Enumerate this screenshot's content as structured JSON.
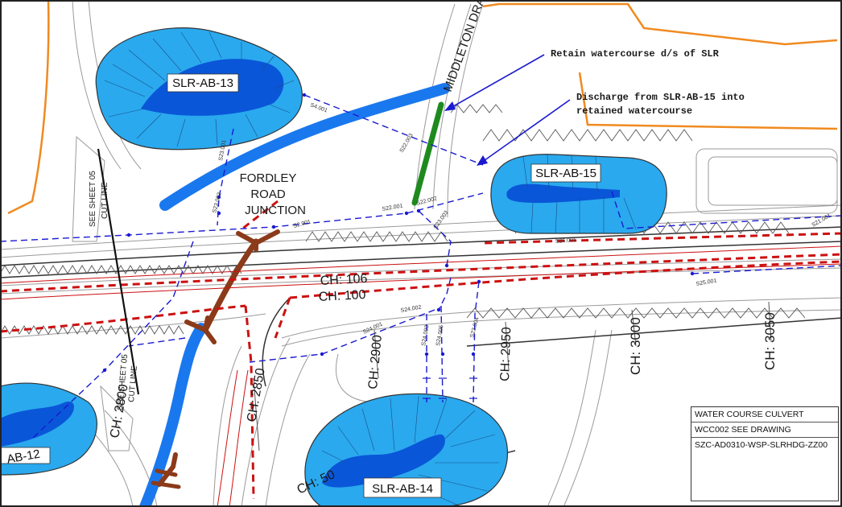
{
  "ponds": {
    "ab13": "SLR-AB-13",
    "ab15": "SLR-AB-15",
    "ab14": "SLR-AB-14",
    "ab12": "AB-12"
  },
  "road": {
    "name": "MIDDLETON DRA",
    "junction_line1": "FORDLEY",
    "junction_line2": "ROAD",
    "junction_line3": "JUNCTION"
  },
  "annotations": {
    "retain": "Retain watercourse d/s of SLR",
    "discharge_line1": "Discharge from SLR-AB-15 into",
    "discharge_line2": "retained watercourse"
  },
  "chainages": {
    "ch106": "CH: 106",
    "ch100": "CH: 100",
    "ch2800": "CH: 2800",
    "ch2850": "CH: 2850",
    "ch2900": "CH: 2900",
    "ch2950": "CH: 2950",
    "ch3000": "CH: 3000",
    "ch3050": "CH: 3050",
    "ch50": "CH: 50"
  },
  "cut_lines": {
    "sheet05_top": "SEE SHEET 05",
    "cut_top": "CUT LINE",
    "sheet05_bottom": "SEE SHEET 05",
    "cut_bottom": "CUT LINE"
  },
  "culvert_note": {
    "line1": "WATER COURSE CULVERT",
    "line2": "WCC002 SEE DRAWING",
    "line3": "SZC-AD0310-WSP-SLRHDG-ZZ00"
  },
  "nodes": [
    "S4.001",
    "S23.001",
    "S22.003",
    "S22.002",
    "S22.001",
    "S23.003",
    "S23.002",
    "S24.001",
    "S24.002",
    "S24.003",
    "S24.005",
    "S23.004",
    "S25.001",
    "S21.001",
    "S2.001",
    "S26.001"
  ],
  "colors": {
    "pond_fill": "#2aa9ee",
    "pond_core": "#0a56d8",
    "watercourse": "#1a78ee",
    "culvert": "#8b3a1a",
    "discharge": "#1e8a1e",
    "red_line": "#cc1111",
    "boundary": "#f08a20",
    "drain": "#1a1ad0"
  }
}
